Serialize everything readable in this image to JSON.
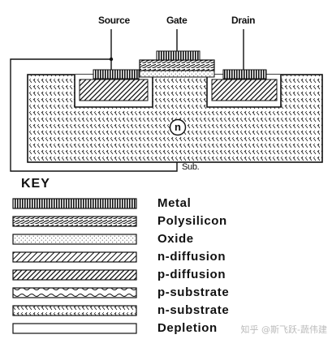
{
  "diagram": {
    "labels": {
      "source": "Source",
      "gate": "Gate",
      "drain": "Drain",
      "substrate_type": "n",
      "sub": "Sub."
    }
  },
  "key": {
    "title": "KEY",
    "items": [
      {
        "label": "Metal",
        "pattern": "metal-pattern"
      },
      {
        "label": "Polysilicon",
        "pattern": "polysilicon-pattern"
      },
      {
        "label": "Oxide",
        "pattern": "oxide-pattern"
      },
      {
        "label": "n-diffusion",
        "pattern": "ndiff-pattern"
      },
      {
        "label": "p-diffusion",
        "pattern": "pdiff-pattern"
      },
      {
        "label": "p-substrate",
        "pattern": "psub-pattern"
      },
      {
        "label": "n-substrate",
        "pattern": "nsub-pattern"
      },
      {
        "label": "Depletion",
        "pattern": "depletion-pattern"
      }
    ]
  },
  "watermark": "知乎 @斯飞跃-蔬伟建"
}
